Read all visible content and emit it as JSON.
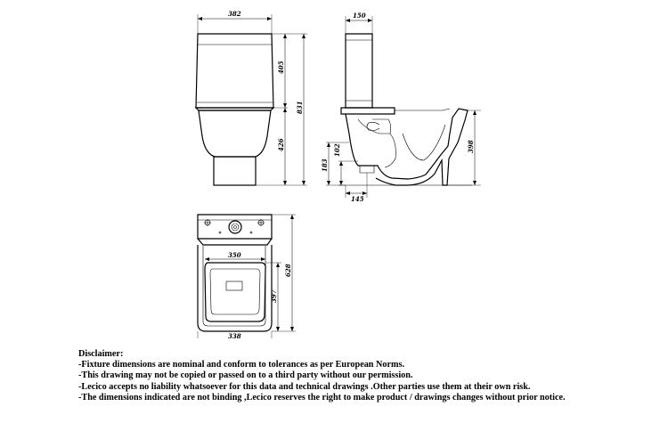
{
  "dimensions": {
    "front_width": "382",
    "front_tank_height": "405",
    "front_total_height": "831",
    "front_bowl_height": "426",
    "side_tank_depth": "150",
    "side_outlet_height": "102",
    "side_outlet_center": "183",
    "side_seat_height": "398",
    "side_outlet_offset": "145",
    "plan_seat_width": "350",
    "plan_total_depth": "628",
    "plan_bowl_depth": "397",
    "plan_base_width": "338"
  },
  "disclaimer": {
    "title": "Disclaimer:",
    "lines": [
      "-Fixture dimensions are nominal and conform to tolerances as per European Norms.",
      "-This drawing may not be copied or passed on to a third party without our permission.",
      "-Lecico accepts no liability whatsoever for this data and technical drawings .Other parties use them at their own risk.",
      "-The dimensions indicated are not binding ,Lecico reserves the right to make product / drawings changes without prior notice."
    ]
  }
}
